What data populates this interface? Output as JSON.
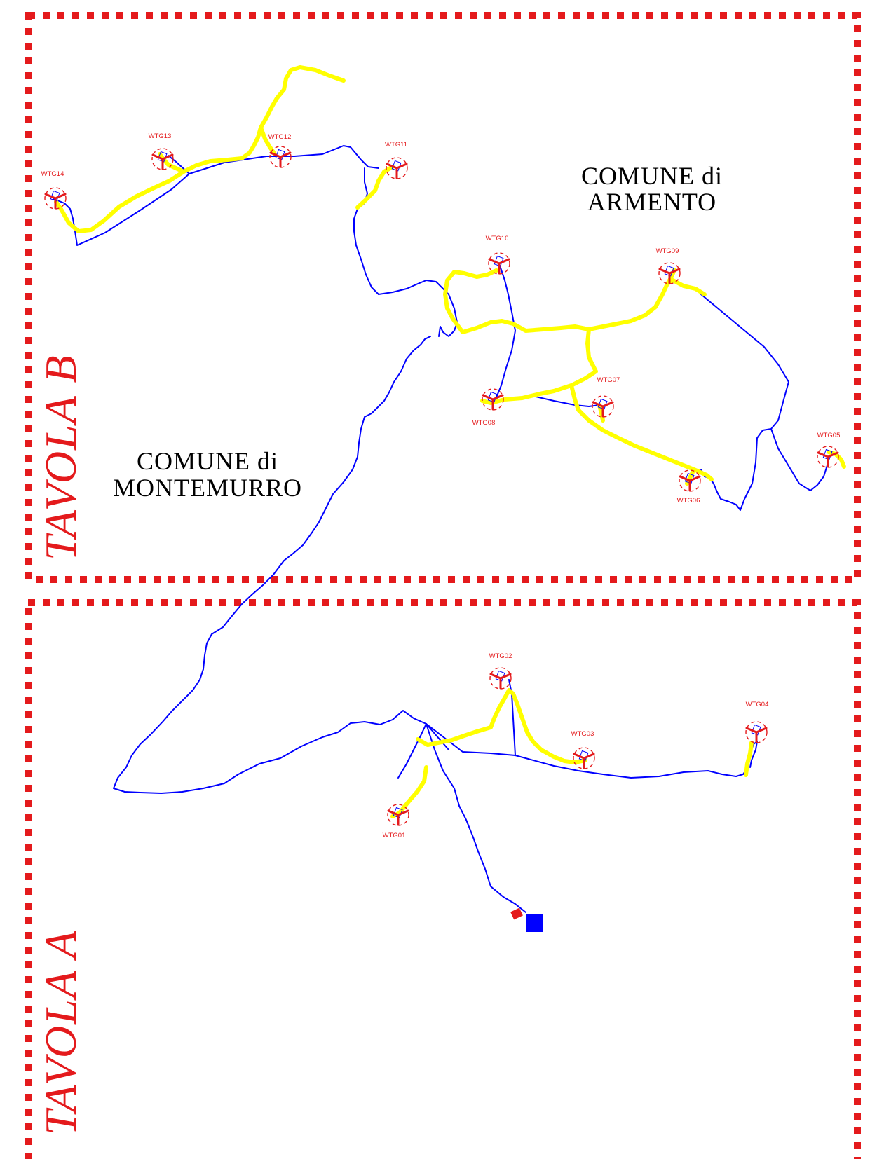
{
  "sheets": {
    "upper": "TAVOLA B",
    "lower": "TAVOLA A"
  },
  "municipalities": {
    "armento": [
      "COMUNE di",
      "ARMENTO"
    ],
    "montemurro": [
      "COMUNE di",
      "MONTEMURRO"
    ]
  },
  "turbines": [
    {
      "id": "WTG01"
    },
    {
      "id": "WTG02"
    },
    {
      "id": "WTG03"
    },
    {
      "id": "WTG04"
    },
    {
      "id": "WTG05"
    },
    {
      "id": "WTG06"
    },
    {
      "id": "WTG07"
    },
    {
      "id": "WTG08"
    },
    {
      "id": "WTG09"
    },
    {
      "id": "WTG10"
    },
    {
      "id": "WTG11"
    },
    {
      "id": "WTG12"
    },
    {
      "id": "WTG13"
    },
    {
      "id": "WTG14"
    }
  ],
  "colors": {
    "frame": "#e41a1c",
    "cable_route": "#0000ff",
    "access_road": "#ffff00",
    "turbine_symbol": "#e41a1c",
    "substation": "#0000ff",
    "substation_connection": "#e41a1c"
  },
  "symbols": {
    "turbine": "wind-turbine-icon",
    "substation": "substation-icon"
  }
}
